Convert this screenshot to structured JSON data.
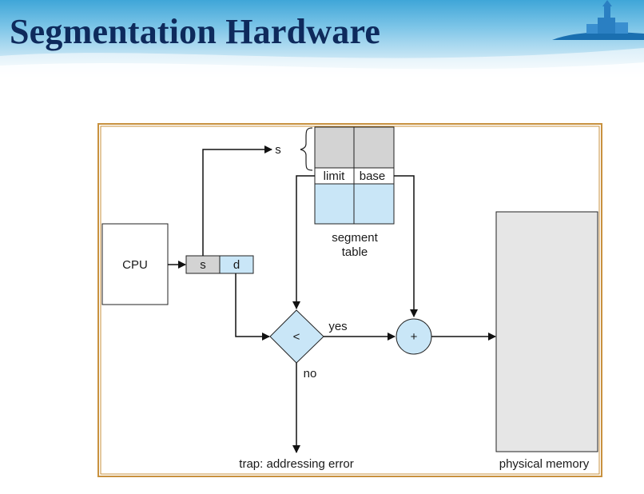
{
  "slide": {
    "title": "Segmentation Hardware"
  },
  "diagram": {
    "cpu_label": "CPU",
    "address": {
      "segment_field": "s",
      "offset_field": "d"
    },
    "segment_table": {
      "index_label": "s",
      "limit_label": "limit",
      "base_label": "base",
      "caption_line1": "segment",
      "caption_line2": "table"
    },
    "comparator_label": "<",
    "adder_label": "+",
    "yes_label": "yes",
    "no_label": "no",
    "trap_label": "trap: addressing error",
    "memory_label": "physical memory"
  },
  "colors": {
    "title": "#0e2a5c",
    "frame": "#c8913e",
    "table_gray": "#d3d3d3",
    "table_blue": "#c9e6f7",
    "diamond_fill": "#c9e6f7",
    "memory_fill": "#e6e6e6"
  },
  "icons": {
    "logo": "castle-logo-icon"
  }
}
